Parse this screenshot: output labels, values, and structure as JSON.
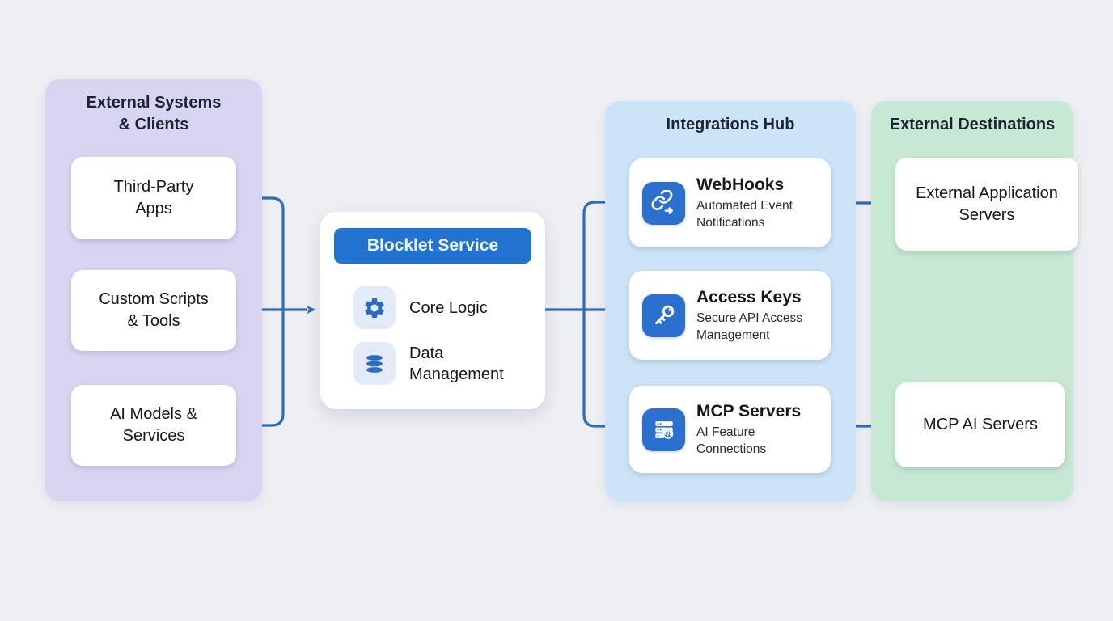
{
  "diagram": {
    "external_systems": {
      "title": "External Systems & Clients",
      "items": [
        {
          "label": "Third-Party Apps"
        },
        {
          "label": "Custom Scripts & Tools"
        },
        {
          "label": "AI Models & Services"
        }
      ]
    },
    "blocklet": {
      "header": "Blocklet Service",
      "items": [
        {
          "icon": "gear-icon",
          "label": "Core Logic"
        },
        {
          "icon": "database-icon",
          "label": "Data Management"
        }
      ]
    },
    "integrations_hub": {
      "title": "Integrations Hub",
      "items": [
        {
          "icon": "webhook-link-icon",
          "title": "WebHooks",
          "subtitle": "Automated Event Notifications"
        },
        {
          "icon": "key-icon",
          "title": "Access Keys",
          "subtitle": "Secure API Access Management"
        },
        {
          "icon": "server-ai-icon",
          "title": "MCP Servers",
          "subtitle": "AI Feature Connections"
        }
      ]
    },
    "external_destinations": {
      "title": "External Destinations",
      "items": [
        {
          "label": "External Application Servers"
        },
        {
          "label": "MCP AI Servers"
        }
      ]
    },
    "colors": {
      "page_bg": "#edeff3",
      "panel_lavender": "#d7d5f2",
      "panel_blue": "#cde4f8",
      "panel_green": "#c7e8d3",
      "card_white": "#ffffff",
      "accent_blue": "#2273d0",
      "arrow_blue": "#2d6cc0",
      "icon_tile_blue": "#2b70ce",
      "icon_tile_light": "#e3ebf8",
      "glyph_blue": "#2a6cc4",
      "heading_text": "#1b2430",
      "body_text": "#14171c",
      "subtitle_text": "#272d35",
      "button_text": "#f2f7ff"
    }
  }
}
